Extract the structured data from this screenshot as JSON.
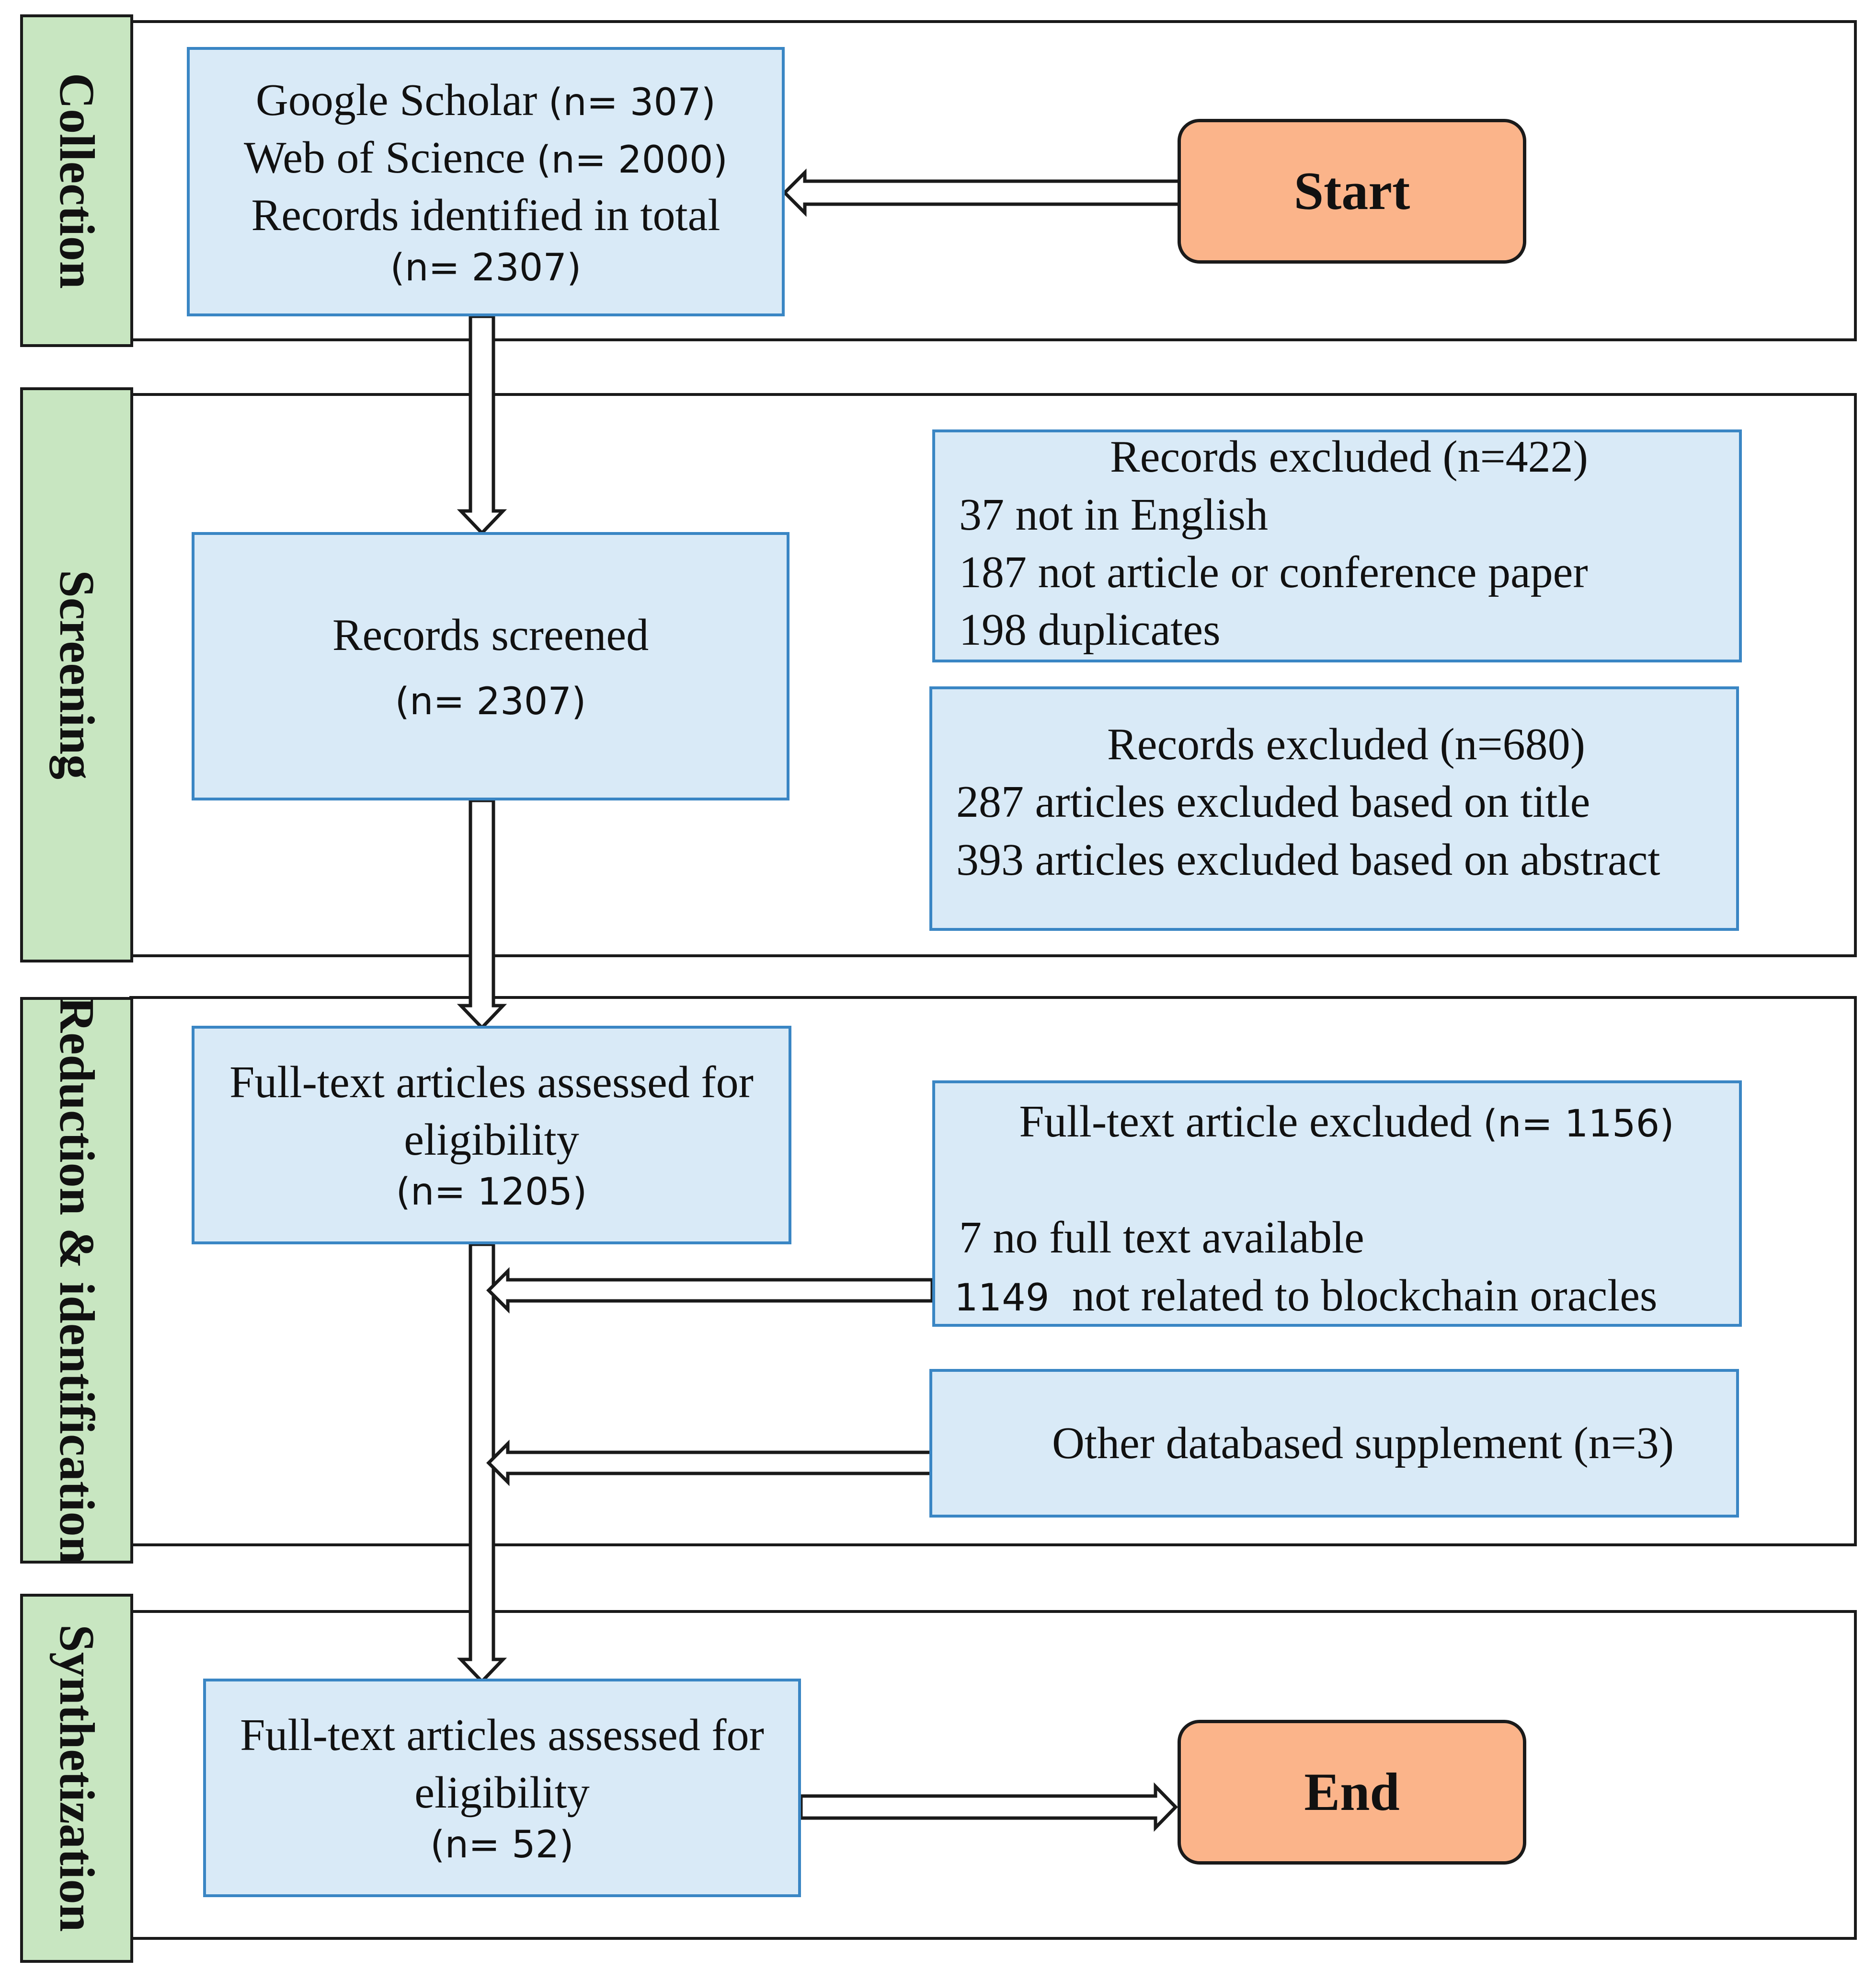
{
  "phases": {
    "collection": "Collection",
    "screening": "Screening",
    "reduction": "Reduction & identification",
    "synthetization": "Synthetization"
  },
  "collection_box": {
    "line1_text": "Google Scholar",
    "line1_num": "(n= 307)",
    "line2_text": "Web of Science",
    "line2_num": "(n= 2000)",
    "line3": "Records identified in total",
    "line4": "(n= 2307)"
  },
  "start_label": "Start",
  "screened_box": {
    "line1": "Records screened",
    "line2": "(n= 2307)"
  },
  "excluded_422": {
    "title": "Records excluded (n=422)",
    "items": [
      "37 not in English",
      "187 not article or conference paper",
      "198 duplicates"
    ]
  },
  "excluded_680": {
    "title": "Records excluded (n=680)",
    "items": [
      "287 articles excluded based on title",
      "393 articles excluded based on abstract"
    ]
  },
  "fulltext_box": {
    "line1": "Full-text articles assessed for",
    "line2": "eligibility",
    "line3": "(n= 1205)"
  },
  "excluded_1156": {
    "title_text": "Full-text article excluded",
    "title_num": "(n= 1156)",
    "item1": "7 no full text available",
    "item2_num": "1149",
    "item2_text": "not related to blockchain oracles"
  },
  "supplement_box": {
    "text": "Other databased supplement (n=3)"
  },
  "final_box": {
    "line1": "Full-text articles assessed for",
    "line2": "eligibility",
    "line3": "(n= 52)"
  },
  "end_label": "End",
  "colors": {
    "phase_label": "#c8e6c1",
    "box_fill": "#d9eaf7",
    "box_border": "#3a86c4",
    "terminal_fill": "#fbb48a"
  }
}
